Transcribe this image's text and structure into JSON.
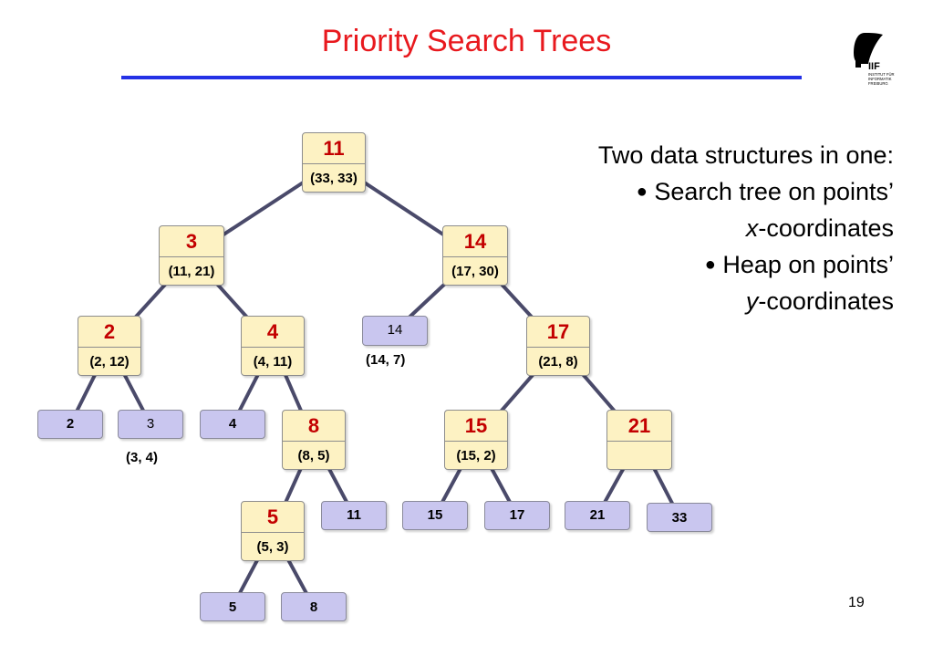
{
  "title": "Priority Search Trees",
  "logo": {
    "text": "IIF",
    "subtext_lines": [
      "INSTITUT FÜR",
      "INFORMATIK",
      "FREIBURG"
    ]
  },
  "description": {
    "heading": "Two data structures in one:",
    "bullets": [
      {
        "line1": "Search tree on points’",
        "line2_italic": "x",
        "line2_rest": "-coordinates"
      },
      {
        "line1": "Heap on points’",
        "line2_italic": "y",
        "line2_rest": "-coordinates"
      }
    ]
  },
  "tree": {
    "inner_nodes": [
      {
        "id": "n11",
        "key": "11",
        "point": "(33, 33)"
      },
      {
        "id": "n3",
        "key": "3",
        "point": "(11, 21)"
      },
      {
        "id": "n14",
        "key": "14",
        "point": "(17, 30)"
      },
      {
        "id": "n2",
        "key": "2",
        "point": "(2, 12)"
      },
      {
        "id": "n4",
        "key": "4",
        "point": "(4, 11)"
      },
      {
        "id": "n17",
        "key": "17",
        "point": "(21, 8)"
      },
      {
        "id": "n8",
        "key": "8",
        "point": "(8, 5)"
      },
      {
        "id": "n15",
        "key": "15",
        "point": "(15, 2)"
      },
      {
        "id": "n21",
        "key": "21",
        "point": ""
      },
      {
        "id": "n5",
        "key": "5",
        "point": "(5, 3)"
      }
    ],
    "leaves": [
      {
        "id": "l14",
        "key": "14",
        "point_below": "(14, 7)"
      },
      {
        "id": "l2",
        "key": "2"
      },
      {
        "id": "l3",
        "key": "3",
        "point_below": "(3, 4)"
      },
      {
        "id": "l4",
        "key": "4"
      },
      {
        "id": "l11",
        "key": "11"
      },
      {
        "id": "l15",
        "key": "15"
      },
      {
        "id": "l17",
        "key": "17"
      },
      {
        "id": "l21",
        "key": "21"
      },
      {
        "id": "l33",
        "key": "33"
      },
      {
        "id": "l5",
        "key": "5"
      },
      {
        "id": "l8",
        "key": "8"
      }
    ],
    "edges": [
      [
        "n11",
        "n3"
      ],
      [
        "n11",
        "n14"
      ],
      [
        "n3",
        "n2"
      ],
      [
        "n3",
        "n4"
      ],
      [
        "n14",
        "l14"
      ],
      [
        "n14",
        "n17"
      ],
      [
        "n2",
        "l2"
      ],
      [
        "n2",
        "l3"
      ],
      [
        "n4",
        "l4"
      ],
      [
        "n4",
        "n8"
      ],
      [
        "n17",
        "n15"
      ],
      [
        "n17",
        "n21"
      ],
      [
        "n8",
        "n5"
      ],
      [
        "n8",
        "l11"
      ],
      [
        "n15",
        "l15"
      ],
      [
        "n15",
        "l17"
      ],
      [
        "n21",
        "l21"
      ],
      [
        "n21",
        "l33"
      ],
      [
        "n5",
        "l5"
      ],
      [
        "n5",
        "l8"
      ]
    ]
  },
  "colors": {
    "title": "#e8191e",
    "rule": "#2431e6",
    "key": "#c30000",
    "inner_fill": "#fdf2c3",
    "leaf_fill": "#c9c6ef",
    "edge": "#4a4a6a"
  },
  "page_number": "19"
}
